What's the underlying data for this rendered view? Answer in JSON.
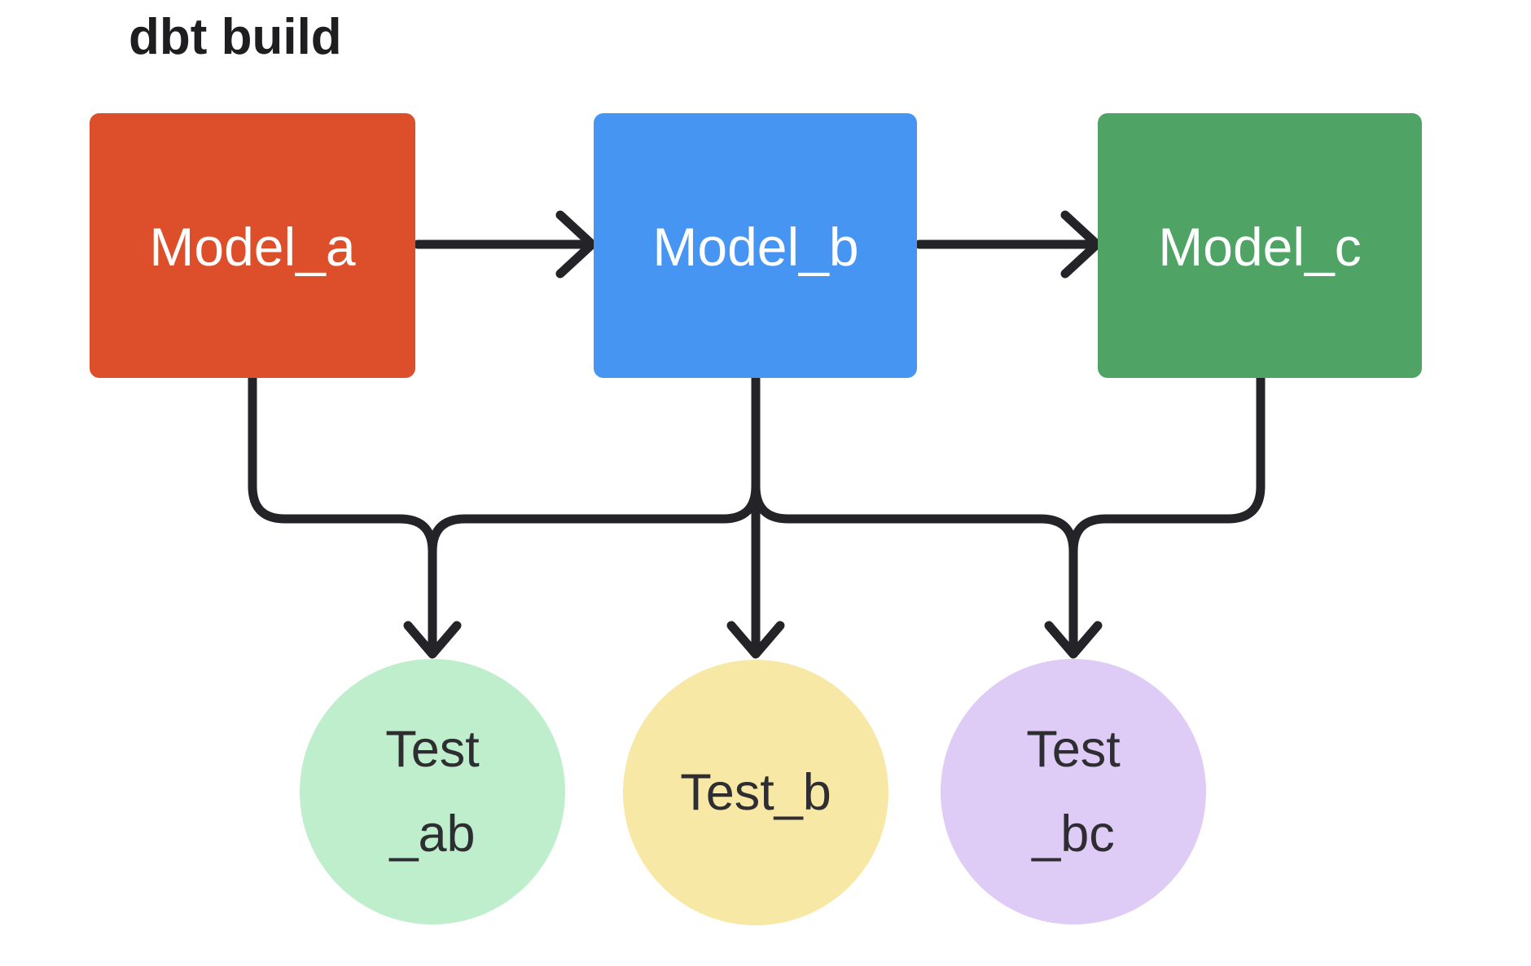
{
  "title": "dbt build",
  "colors": {
    "background": "#ffffff",
    "line": "#242428",
    "title_text": "#1e1e21",
    "model_text": "#ffffff",
    "test_text": "#2e2e32"
  },
  "models": [
    {
      "id": "model_a",
      "label": "Model_a",
      "color": "#dd4f2b"
    },
    {
      "id": "model_b",
      "label": "Model_b",
      "color": "#4795f2"
    },
    {
      "id": "model_c",
      "label": "Model_c",
      "color": "#4fa465"
    }
  ],
  "tests": [
    {
      "id": "test_ab",
      "label": "Test_ab",
      "line1": "Test",
      "line2": "_ab",
      "color": "#beeecb"
    },
    {
      "id": "test_b",
      "label": "Test_b",
      "line1": "Test_b",
      "line2": "",
      "color": "#f8e8a6"
    },
    {
      "id": "test_bc",
      "label": "Test_bc",
      "line1": "Test",
      "line2": "_bc",
      "color": "#decbf6"
    }
  ],
  "edges": [
    {
      "from": "Model_a",
      "to": "Model_b"
    },
    {
      "from": "Model_b",
      "to": "Model_c"
    },
    {
      "from": "Model_a",
      "to": "Test_ab"
    },
    {
      "from": "Model_b",
      "to": "Test_ab"
    },
    {
      "from": "Model_b",
      "to": "Test_b"
    },
    {
      "from": "Model_b",
      "to": "Test_bc"
    },
    {
      "from": "Model_c",
      "to": "Test_bc"
    }
  ]
}
